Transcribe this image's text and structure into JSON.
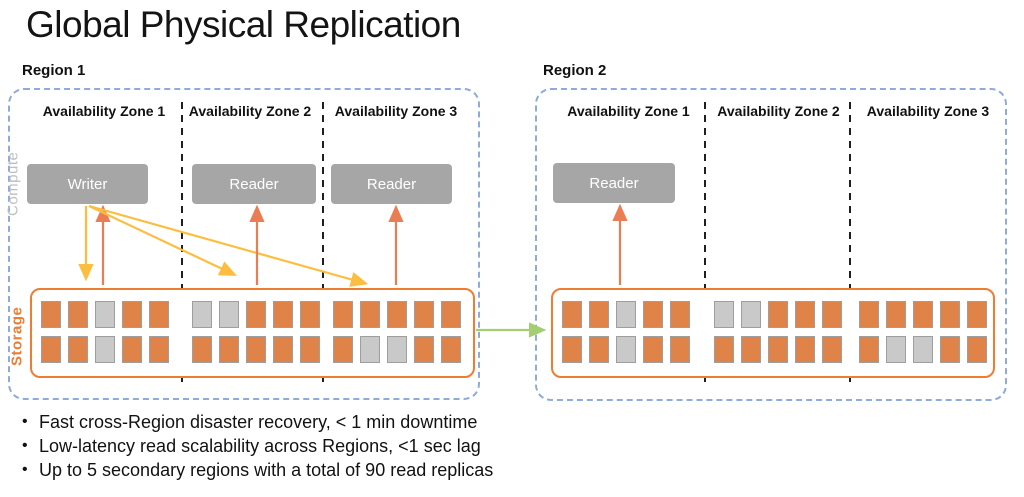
{
  "title": "Global Physical Replication",
  "colors": {
    "region_border": "#8FAADC",
    "az_separator": "#1f1f1f",
    "node_fill": "#A6A6A6",
    "node_text": "#FFFFFF",
    "compute_label": "#BFBFBF",
    "storage_accent": "#ED7D31",
    "block_orange": "#DF8349",
    "block_gray": "#C9C9C9",
    "block_border": "#9E9E9E",
    "arrow_yellow": "#FBBE41",
    "arrow_orange": "#EB7D55",
    "arrow_green": "#A3CE71"
  },
  "regions": [
    {
      "label": "Region 1",
      "compute_label": "Compute",
      "storage_label": "Storage",
      "zones": [
        "Availability Zone 1",
        "Availability Zone 2",
        "Availability Zone 3"
      ],
      "nodes": [
        {
          "role": "Writer"
        },
        {
          "role": "Reader"
        },
        {
          "role": "Reader"
        }
      ],
      "storage": {
        "az1": [
          "OOGOO",
          "OOGOO"
        ],
        "az2": [
          "GGOOO",
          "OOOOO"
        ],
        "az3": [
          "OOOOO",
          "OGGOO"
        ]
      }
    },
    {
      "label": "Region 2",
      "zones": [
        "Availability Zone 1",
        "Availability Zone 2",
        "Availability Zone 3"
      ],
      "nodes": [
        {
          "role": "Reader"
        }
      ],
      "storage": {
        "az1": [
          "OOGOO",
          "OOGOO"
        ],
        "az2": [
          "GGOOO",
          "OOOOO"
        ],
        "az3": [
          "OOOOO",
          "OGGOO"
        ]
      }
    }
  ],
  "bullets": [
    "Fast cross-Region disaster recovery, < 1 min downtime",
    "Low-latency read scalability across Regions, <1 sec lag",
    "Up to 5 secondary regions with a total of 90 read replicas"
  ]
}
